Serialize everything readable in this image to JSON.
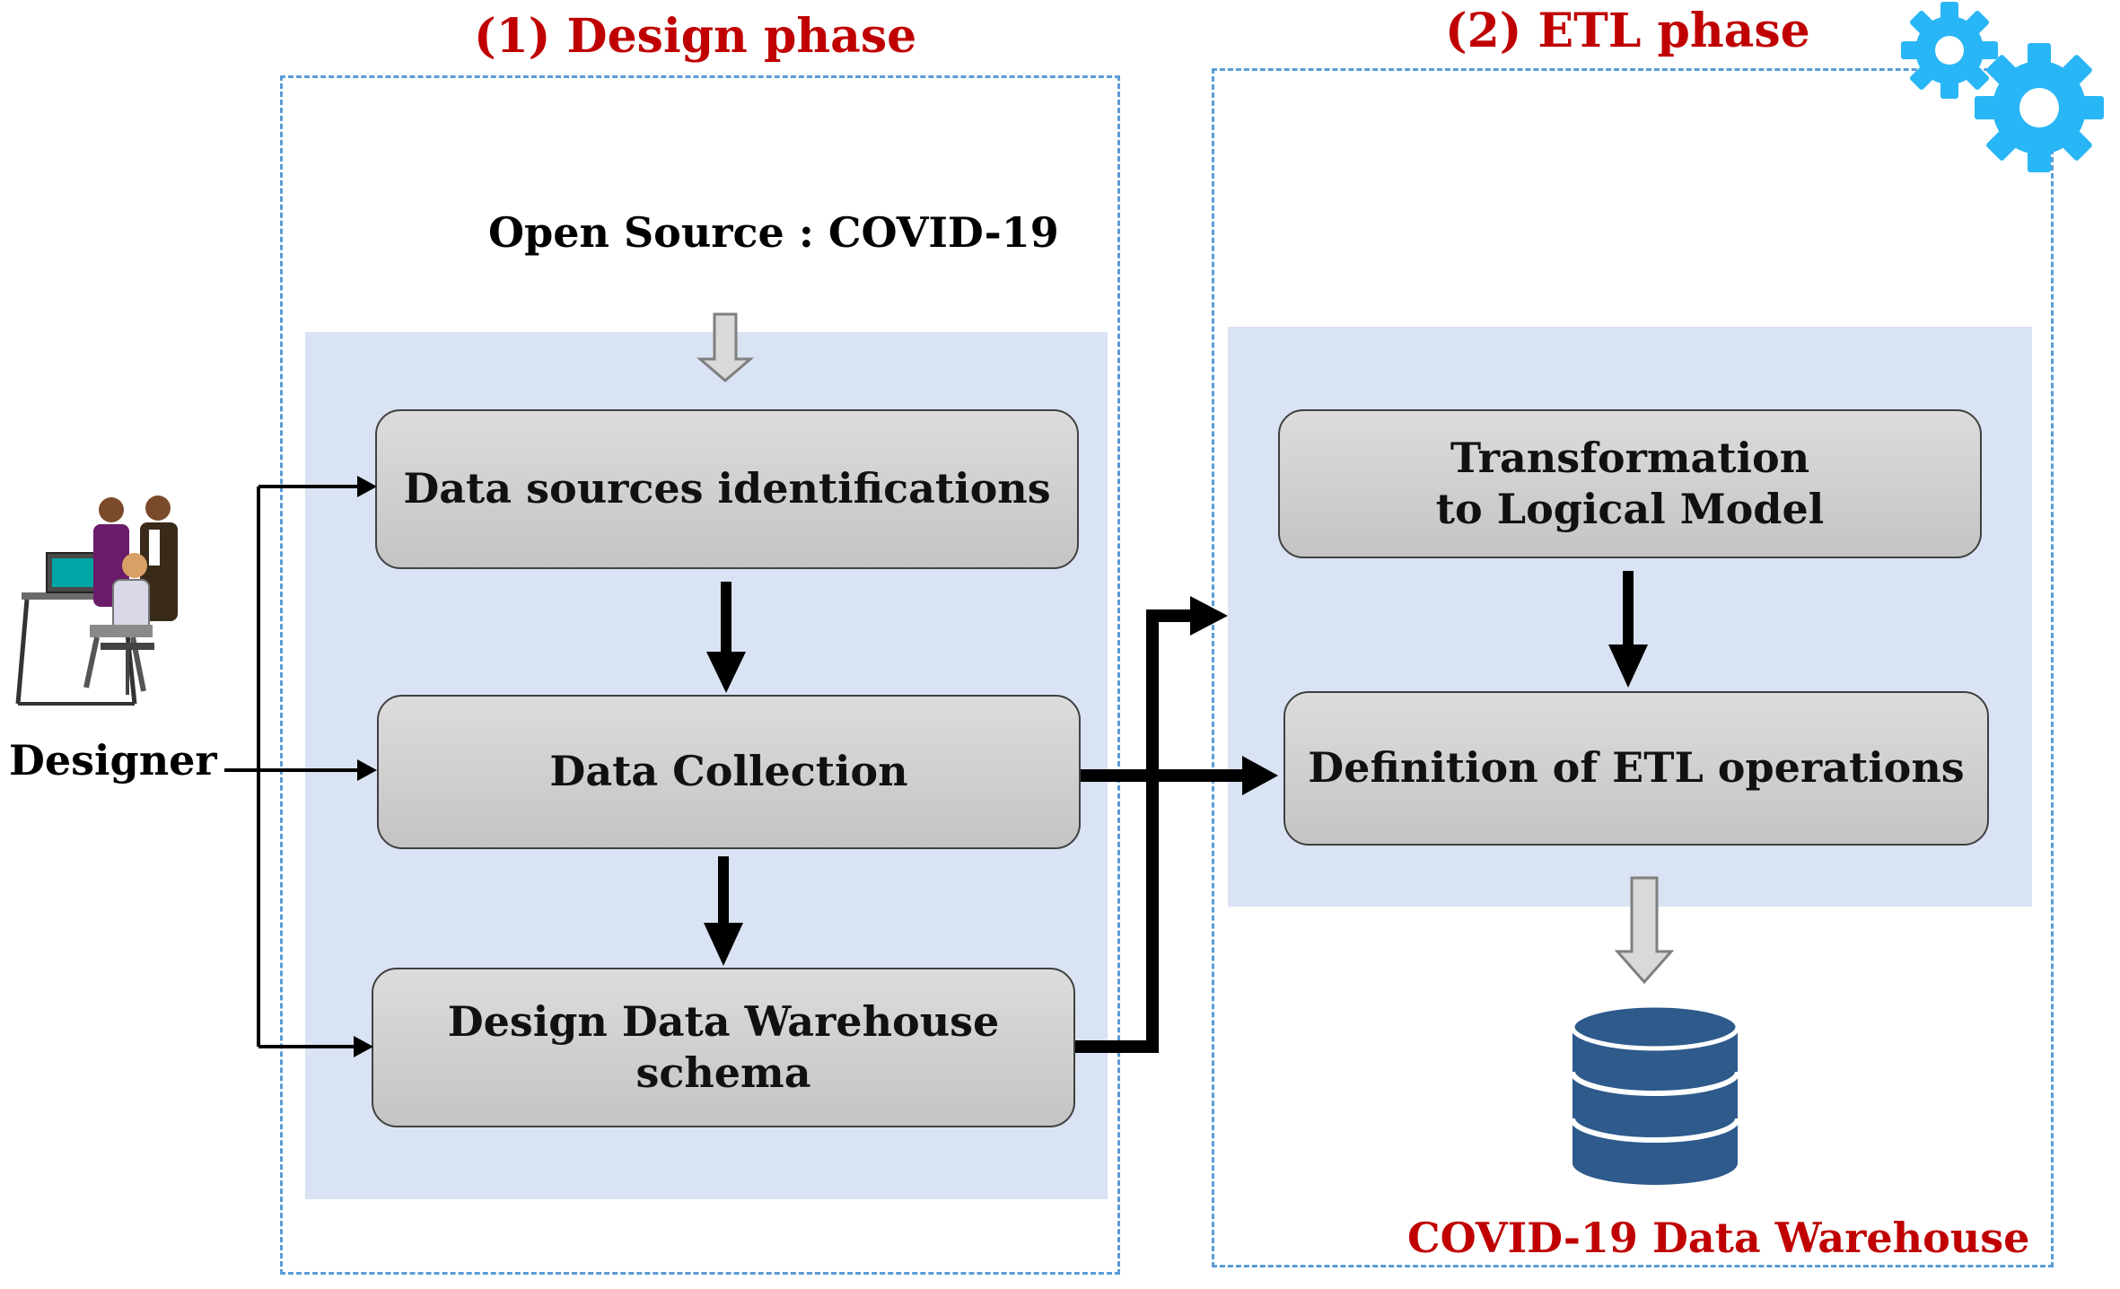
{
  "phases": {
    "design": {
      "title": "(1)  Design phase"
    },
    "etl": {
      "title": "(2)  ETL phase"
    }
  },
  "source_label": "Open Source : COVID-19",
  "actor": {
    "label": "Designer",
    "icon": "designer-figure-icon"
  },
  "design_steps": [
    {
      "label": "Data sources identifications"
    },
    {
      "label": "Data Collection"
    },
    {
      "label": "Design Data Warehouse schema"
    }
  ],
  "etl_steps": [
    {
      "line1": "Transformation",
      "line2": "to Logical Model"
    },
    {
      "label": "Definition of ETL operations"
    }
  ],
  "warehouse": {
    "label": "COVID-19 Data Warehouse",
    "icon": "database-icon"
  },
  "decor": {
    "gears_icon": "gears-icon"
  },
  "colors": {
    "title_red": "#c00000",
    "frame_blue": "#5b9bd5",
    "panel_blue": "#dae3f3",
    "box_gray": "#d0d0d0",
    "gear_blue": "#29b6f6",
    "db_blue": "#2e5a8c"
  }
}
